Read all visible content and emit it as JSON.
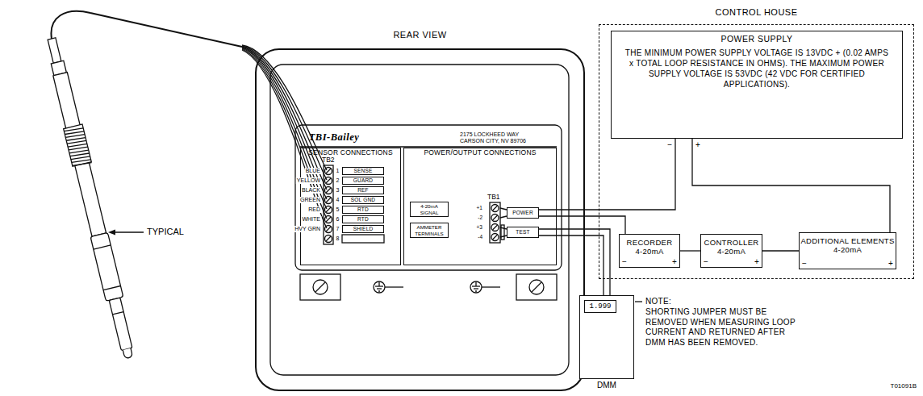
{
  "diagram": {
    "nodes": [
      {
        "text": [
          "REAR VIEW"
        ]
      },
      {
        "text": [
          "SENSOR CONNECTIONS",
          "TB2"
        ],
        "in": 0
      },
      {
        "text": [
          "SENSE"
        ],
        "in": 1
      },
      {
        "text": [
          "GUARD"
        ],
        "in": 1
      },
      {
        "text": [
          "REF"
        ],
        "in": 1
      },
      {
        "text": [
          "SOL GND"
        ],
        "in": 1
      },
      {
        "text": [
          "RTD"
        ],
        "in": 1
      },
      {
        "text": [
          "RTD"
        ],
        "in": 1
      },
      {
        "text": [
          "SHIELD"
        ],
        "in": 1
      },
      {
        "text": [
          "POWER/OUTPUT CONNECTIONS",
          "TB1"
        ],
        "in": 0
      },
      {
        "text": [
          "4-20mA SIGNAL"
        ],
        "in": 9
      },
      {
        "text": [
          "AMMETER TERMINALS"
        ],
        "in": 9
      },
      {
        "text": [
          "POWER"
        ],
        "in": 9
      },
      {
        "text": [
          "TEST"
        ],
        "in": 9
      },
      {
        "text": [
          "CONTROL HOUSE"
        ]
      },
      {
        "text": [
          "POWER SUPPLY",
          "THE MINIMUM POWER SUPPLY VOLTAGE IS 13VDC + (0.02 AMPS x TOTAL LOOP RESISTANCE IN OHMS). THE MAXIMUM POWER SUPPLY VOLTAGE IS 53VDC (42 VDC FOR CERTIFIED APPLICATIONS)."
        ],
        "in": 14
      },
      {
        "text": [
          "RECORDER",
          "4-20mA"
        ],
        "in": 14
      },
      {
        "text": [
          "CONTROLLER",
          "4-20mA"
        ],
        "in": 14
      },
      {
        "text": [
          "ADDITIONAL ELEMENTS",
          "4-20mA"
        ],
        "in": 14
      },
      {
        "text": [
          "1.999",
          "DMM"
        ]
      }
    ],
    "edges": [
      {
        "from": 12,
        "to": 16,
        "arrow": "none"
      },
      {
        "from": 15,
        "to": 12,
        "arrow": "none"
      },
      {
        "from": 16,
        "to": 17,
        "arrow": "none"
      },
      {
        "from": 17,
        "to": 18,
        "arrow": "none"
      },
      {
        "from": 18,
        "to": 15,
        "arrow": "none"
      },
      {
        "from": 13,
        "to": 19,
        "arrow": "none"
      },
      {
        "from": 13,
        "to": 19,
        "arrow": "none"
      }
    ],
    "labels": [
      "TYPICAL",
      "TBI-Bailey",
      "2175 LOCKHEED WAY CARSON CITY, NV 89706",
      "BLUE",
      "YELLOW",
      "BLACK",
      "GREEN",
      "RED",
      "WHITE",
      "HVY GRN",
      "1",
      "2",
      "3",
      "4",
      "5",
      "6",
      "7",
      "8",
      "+1",
      "-2",
      "+3",
      "-4",
      "−",
      "+",
      "−",
      "+",
      "−",
      "+",
      "−",
      "+",
      "NOTE:",
      "SHORTING JUMPER MUST BE REMOVED WHEN MEASURING LOOP CURRENT AND RETURNED AFTER DMM HAS BEEN REMOVED.",
      "T01091B"
    ]
  }
}
